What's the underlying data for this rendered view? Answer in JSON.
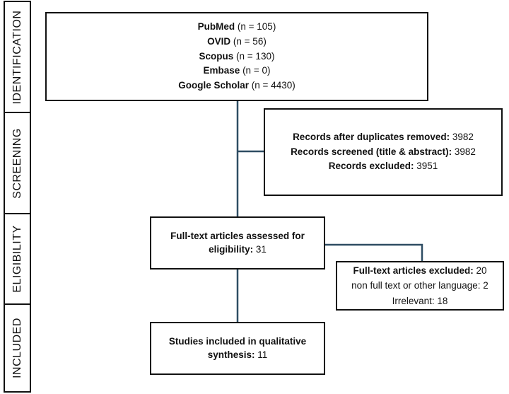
{
  "phases": [
    "IDENTIFICATION",
    "SCREENING",
    "ELIGIBILITY",
    "INCLUDED"
  ],
  "identification": {
    "rows": [
      {
        "name": "PubMed",
        "count": " (n = 105)"
      },
      {
        "name": "OVID",
        "count": " (n = 56)"
      },
      {
        "name": "Scopus",
        "count": " (n = 130)"
      },
      {
        "name": "Embase",
        "count": " (n = 0)"
      },
      {
        "name": "Google Scholar",
        "count": " (n = 4430)"
      }
    ]
  },
  "screening": {
    "rows": [
      {
        "label": "Records after duplicates removed:",
        "value": " 3982"
      },
      {
        "label": "Records screened (title & abstract):",
        "value": " 3982"
      },
      {
        "label": "Records excluded:",
        "value": " 3951"
      }
    ]
  },
  "eligibility": {
    "label": "Full-text articles assessed for eligibility:",
    "value": " 31"
  },
  "excluded": {
    "label": "Full-text articles excluded:",
    "value": " 20",
    "reasons": [
      "non full text or other language: 2",
      "Irrelevant: 18"
    ]
  },
  "included": {
    "label": "Studies included in qualitative synthesis:",
    "value": " 11"
  },
  "colors": {
    "connector": "#2e4d63",
    "border": "#111111"
  }
}
